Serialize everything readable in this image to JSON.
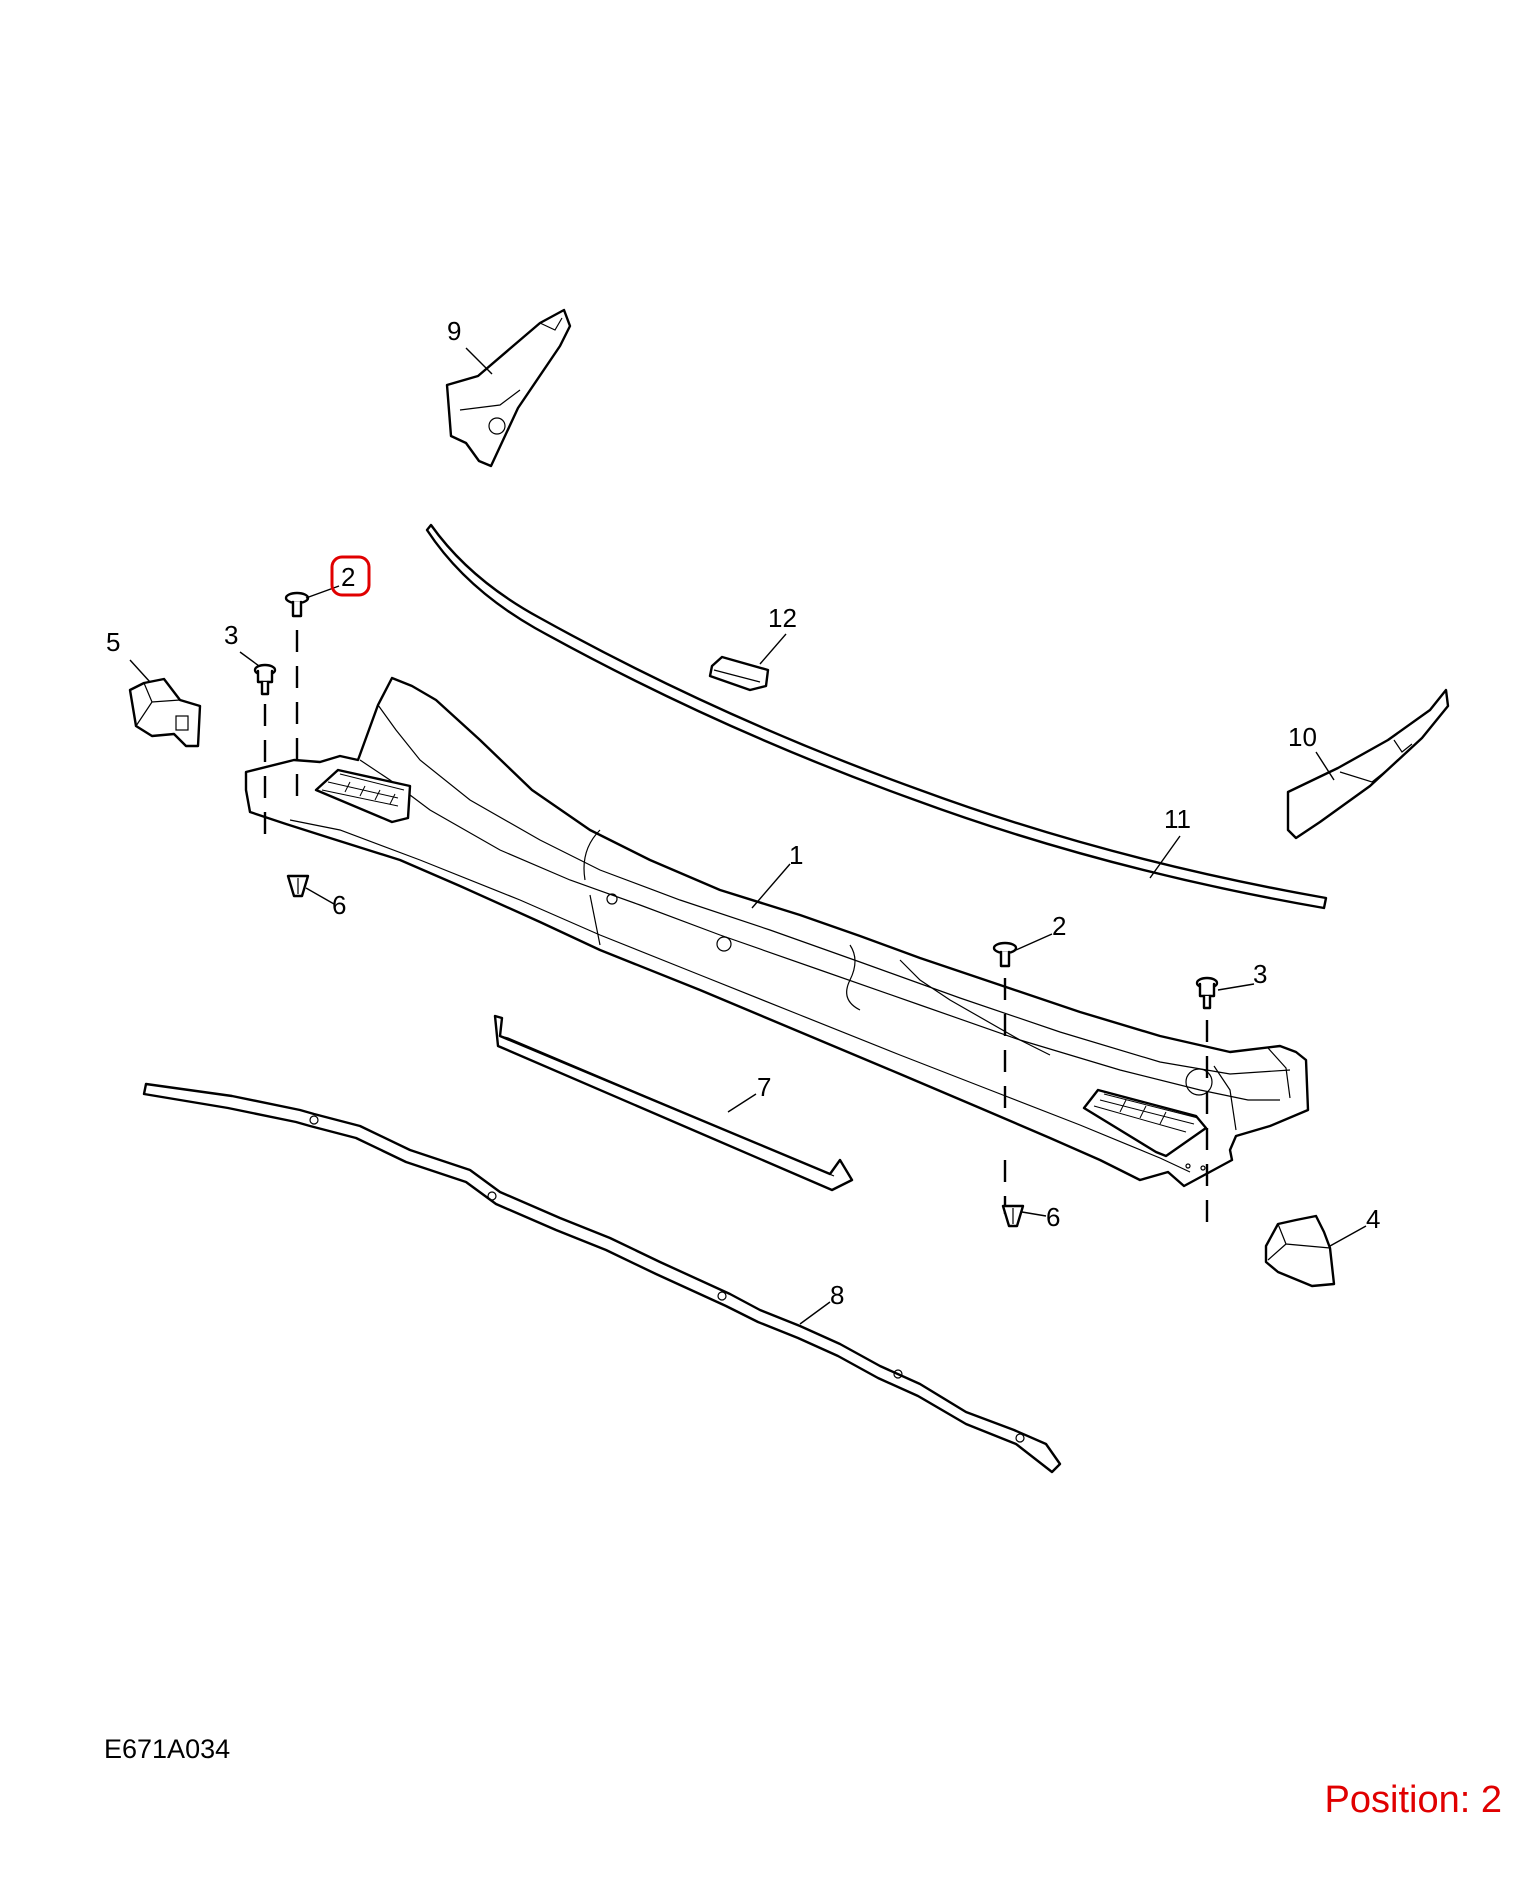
{
  "figure_code": "E671A034",
  "position": {
    "text": "Position: 2",
    "color": "#e00000"
  },
  "highlight_color": "#e00000",
  "callouts": [
    {
      "id": "c1",
      "label": "1"
    },
    {
      "id": "c2a",
      "label": "2",
      "highlighted": true
    },
    {
      "id": "c2b",
      "label": "2"
    },
    {
      "id": "c3a",
      "label": "3"
    },
    {
      "id": "c3b",
      "label": "3"
    },
    {
      "id": "c4",
      "label": "4"
    },
    {
      "id": "c5",
      "label": "5"
    },
    {
      "id": "c6a",
      "label": "6"
    },
    {
      "id": "c6b",
      "label": "6"
    },
    {
      "id": "c7",
      "label": "7"
    },
    {
      "id": "c8",
      "label": "8"
    },
    {
      "id": "c9",
      "label": "9"
    },
    {
      "id": "c10",
      "label": "10"
    },
    {
      "id": "c11",
      "label": "11"
    },
    {
      "id": "c12",
      "label": "12"
    }
  ]
}
